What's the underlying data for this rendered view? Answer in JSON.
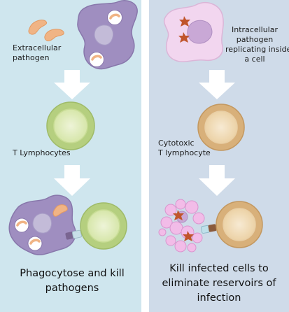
{
  "left_panel": {
    "label_top": [
      "Extracellular",
      "pathogen"
    ],
    "label_mid": "T Lymphocytes",
    "caption": [
      "Phagocytose and kill",
      "pathogens"
    ]
  },
  "right_panel": {
    "label_top": [
      "Intracellular",
      "pathogen",
      "replicating inside",
      "a cell"
    ],
    "label_mid": [
      "Cytotoxic",
      "T lymphocyte"
    ],
    "caption": [
      "Kill infected cells to",
      "eliminate reservoirs of",
      "infection"
    ]
  },
  "colors": {
    "left_bg": "#cfe6ee",
    "right_bg": "#cfdbe9",
    "macrophage": "#9f8ec0",
    "t_cell": "#b5cf7f",
    "cytotoxic_t_cell": "#d8b07a",
    "pathogen": "#f0b485",
    "infected_cell": "#f2d6ef",
    "arrow": "#ffffff"
  }
}
